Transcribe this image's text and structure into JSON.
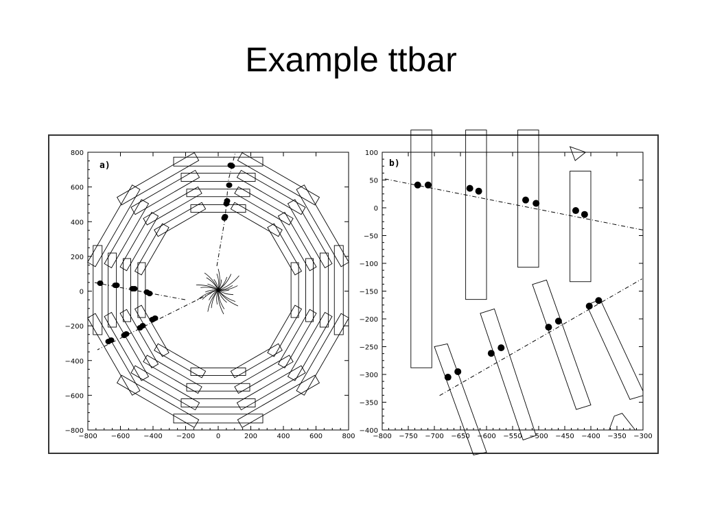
{
  "title": "Example ttbar",
  "panels": {
    "a": {
      "label": "a)",
      "x_ticks": [
        "−800",
        "−600",
        "−400",
        "−200",
        "0",
        "200",
        "400",
        "600",
        "800"
      ],
      "y_ticks": [
        "800",
        "600",
        "400",
        "200",
        "0",
        "−200",
        "−400",
        "−600",
        "−800"
      ],
      "x_range": [
        -800,
        800
      ],
      "y_range": [
        -800,
        800
      ]
    },
    "b": {
      "label": "b)",
      "x_ticks": [
        "−800",
        "−750",
        "−700",
        "−650",
        "−600",
        "−550",
        "−500",
        "−450",
        "−400",
        "−350",
        "−300"
      ],
      "y_ticks": [
        "100",
        "50",
        "0",
        "−50",
        "−100",
        "−150",
        "−200",
        "−250",
        "−300",
        "−350",
        "−400"
      ],
      "x_range": [
        -800,
        -300
      ],
      "y_range": [
        -400,
        100
      ]
    }
  },
  "colors": {
    "ink": "#000000",
    "frame": "#333333",
    "background": "#ffffff"
  }
}
